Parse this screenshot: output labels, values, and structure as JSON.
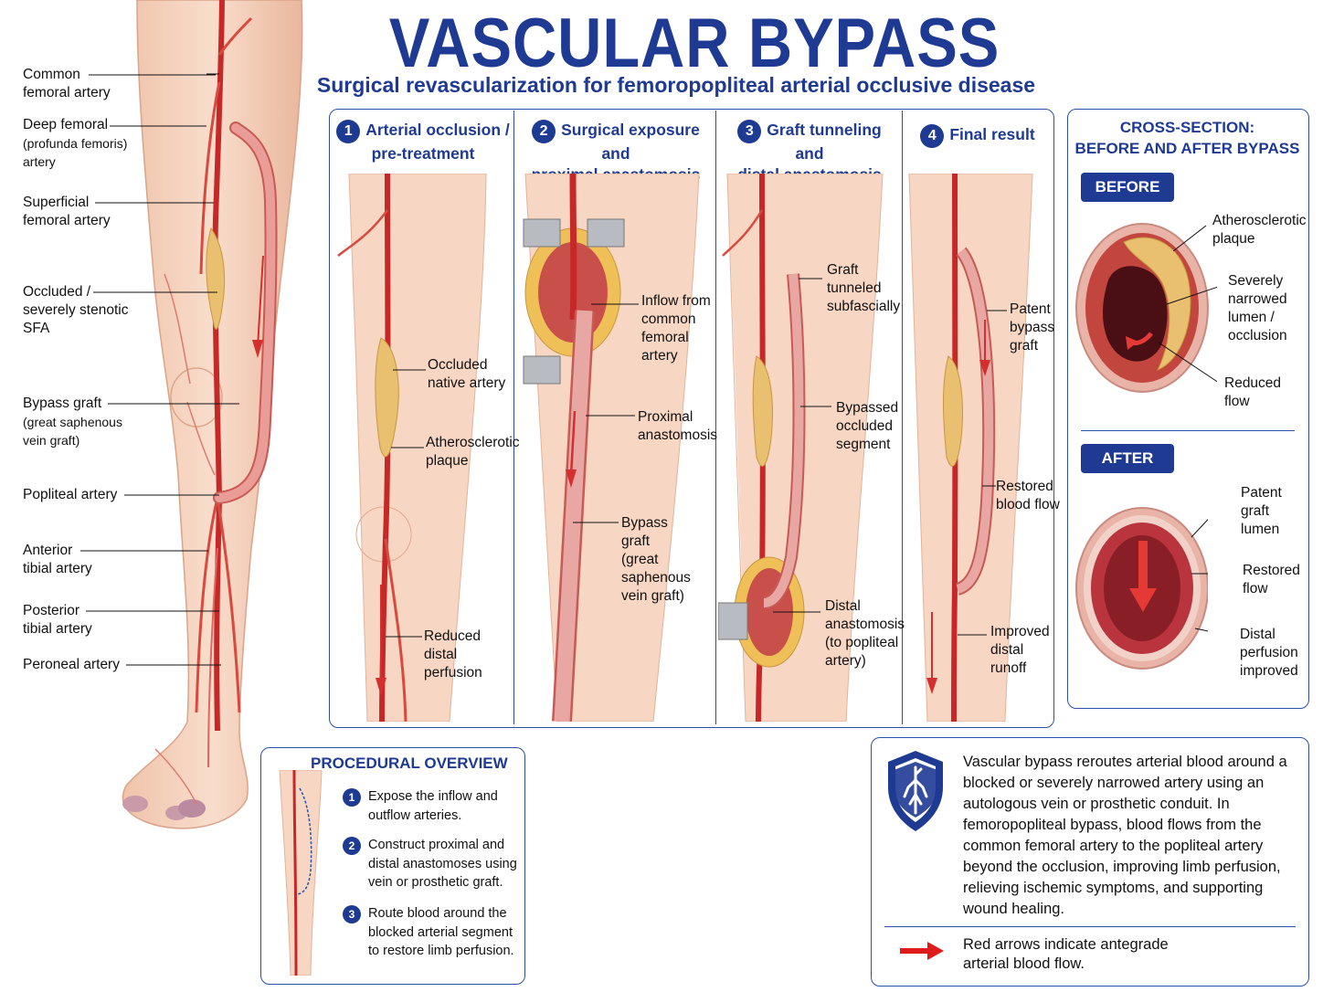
{
  "header": {
    "title": "VASCULAR BYPASS",
    "subtitle": "Surgical revascularization for femoropopliteal arterial occlusive disease"
  },
  "anatomy_labels": [
    {
      "lines": [
        "Common",
        "femoral artery"
      ]
    },
    {
      "lines": [
        "Deep femoral",
        "(profunda femoris)",
        "artery"
      ]
    },
    {
      "lines": [
        "Superficial",
        "femoral artery"
      ]
    },
    {
      "lines": [
        "Occluded /",
        "severely stenotic",
        "SFA"
      ]
    },
    {
      "lines": [
        "Bypass graft",
        "(great saphenous",
        "vein graft)"
      ]
    },
    {
      "lines": [
        "Popliteal artery"
      ]
    },
    {
      "lines": [
        "Anterior",
        "tibial artery"
      ]
    },
    {
      "lines": [
        "Posterior",
        "tibial artery"
      ]
    },
    {
      "lines": [
        "Peroneal artery"
      ]
    }
  ],
  "steps": [
    {
      "number": "1",
      "title_lines": [
        "Arterial occlusion /",
        "pre-treatment"
      ],
      "labels": [
        [
          "Occluded",
          "native artery"
        ],
        [
          "Atherosclerotic",
          "plaque"
        ],
        [
          "Reduced",
          "distal",
          "perfusion"
        ]
      ]
    },
    {
      "number": "2",
      "title_lines": [
        "Surgical exposure and",
        "proximal anastomosis"
      ],
      "labels": [
        [
          "Inflow from",
          "common",
          "femoral",
          "artery"
        ],
        [
          "Proximal",
          "anastomosis"
        ],
        [
          "Bypass",
          "graft",
          "(great",
          "saphenous",
          "vein graft)"
        ]
      ]
    },
    {
      "number": "3",
      "title_lines": [
        "Graft tunneling and",
        "distal anastomosis"
      ],
      "labels": [
        [
          "Graft",
          "tunneled",
          "subfascially"
        ],
        [
          "Bypassed",
          "occluded",
          "segment"
        ],
        [
          "Distal",
          "anastomosis",
          "(to popliteal",
          "artery)"
        ]
      ]
    },
    {
      "number": "4",
      "title_lines": [
        "Final result"
      ],
      "labels": [
        [
          "Patent",
          "bypass",
          "graft"
        ],
        [
          "Restored",
          "blood flow"
        ],
        [
          "Improved",
          "distal",
          "runoff"
        ]
      ]
    }
  ],
  "cross_section": {
    "title_lines": [
      "CROSS-SECTION:",
      "BEFORE AND AFTER BYPASS"
    ],
    "before": {
      "badge": "BEFORE",
      "labels": [
        [
          "Atherosclerotic",
          "plaque"
        ],
        [
          "Severely",
          "narrowed",
          "lumen /",
          "occlusion"
        ],
        [
          "Reduced",
          "flow"
        ]
      ]
    },
    "after": {
      "badge": "AFTER",
      "labels": [
        [
          "Patent",
          "graft",
          "lumen"
        ],
        [
          "Restored",
          "flow"
        ],
        [
          "Distal",
          "perfusion",
          "improved"
        ]
      ]
    }
  },
  "overview": {
    "title": "PROCEDURAL OVERVIEW",
    "items": [
      {
        "number": "1",
        "lines": [
          "Expose the inflow and",
          "outflow arteries."
        ]
      },
      {
        "number": "2",
        "lines": [
          "Construct proximal and",
          "distal anastomoses using",
          "vein or prosthetic graft."
        ]
      },
      {
        "number": "3",
        "lines": [
          "Route blood around the",
          "blocked arterial segment",
          "to restore limb perfusion."
        ]
      }
    ]
  },
  "info": {
    "lines": [
      "Vascular bypass reroutes arterial blood around a",
      "blocked or severely narrowed artery using an",
      "autologous vein or prosthetic conduit. In",
      "femoropopliteal bypass, blood flows from the",
      "common femoral artery to the popliteal artery",
      "beyond the occlusion, improving limb perfusion,",
      "relieving ischemic symptoms, and supporting",
      "wound healing."
    ],
    "legend_lines": [
      "Red arrows indicate antegrade",
      "arterial blood flow."
    ]
  },
  "colors": {
    "brand": "#1f3a93",
    "artery": "#d32f2f",
    "skin": "#f6d2bd",
    "plaque": "#e8c070",
    "graft": "#e39a96"
  }
}
